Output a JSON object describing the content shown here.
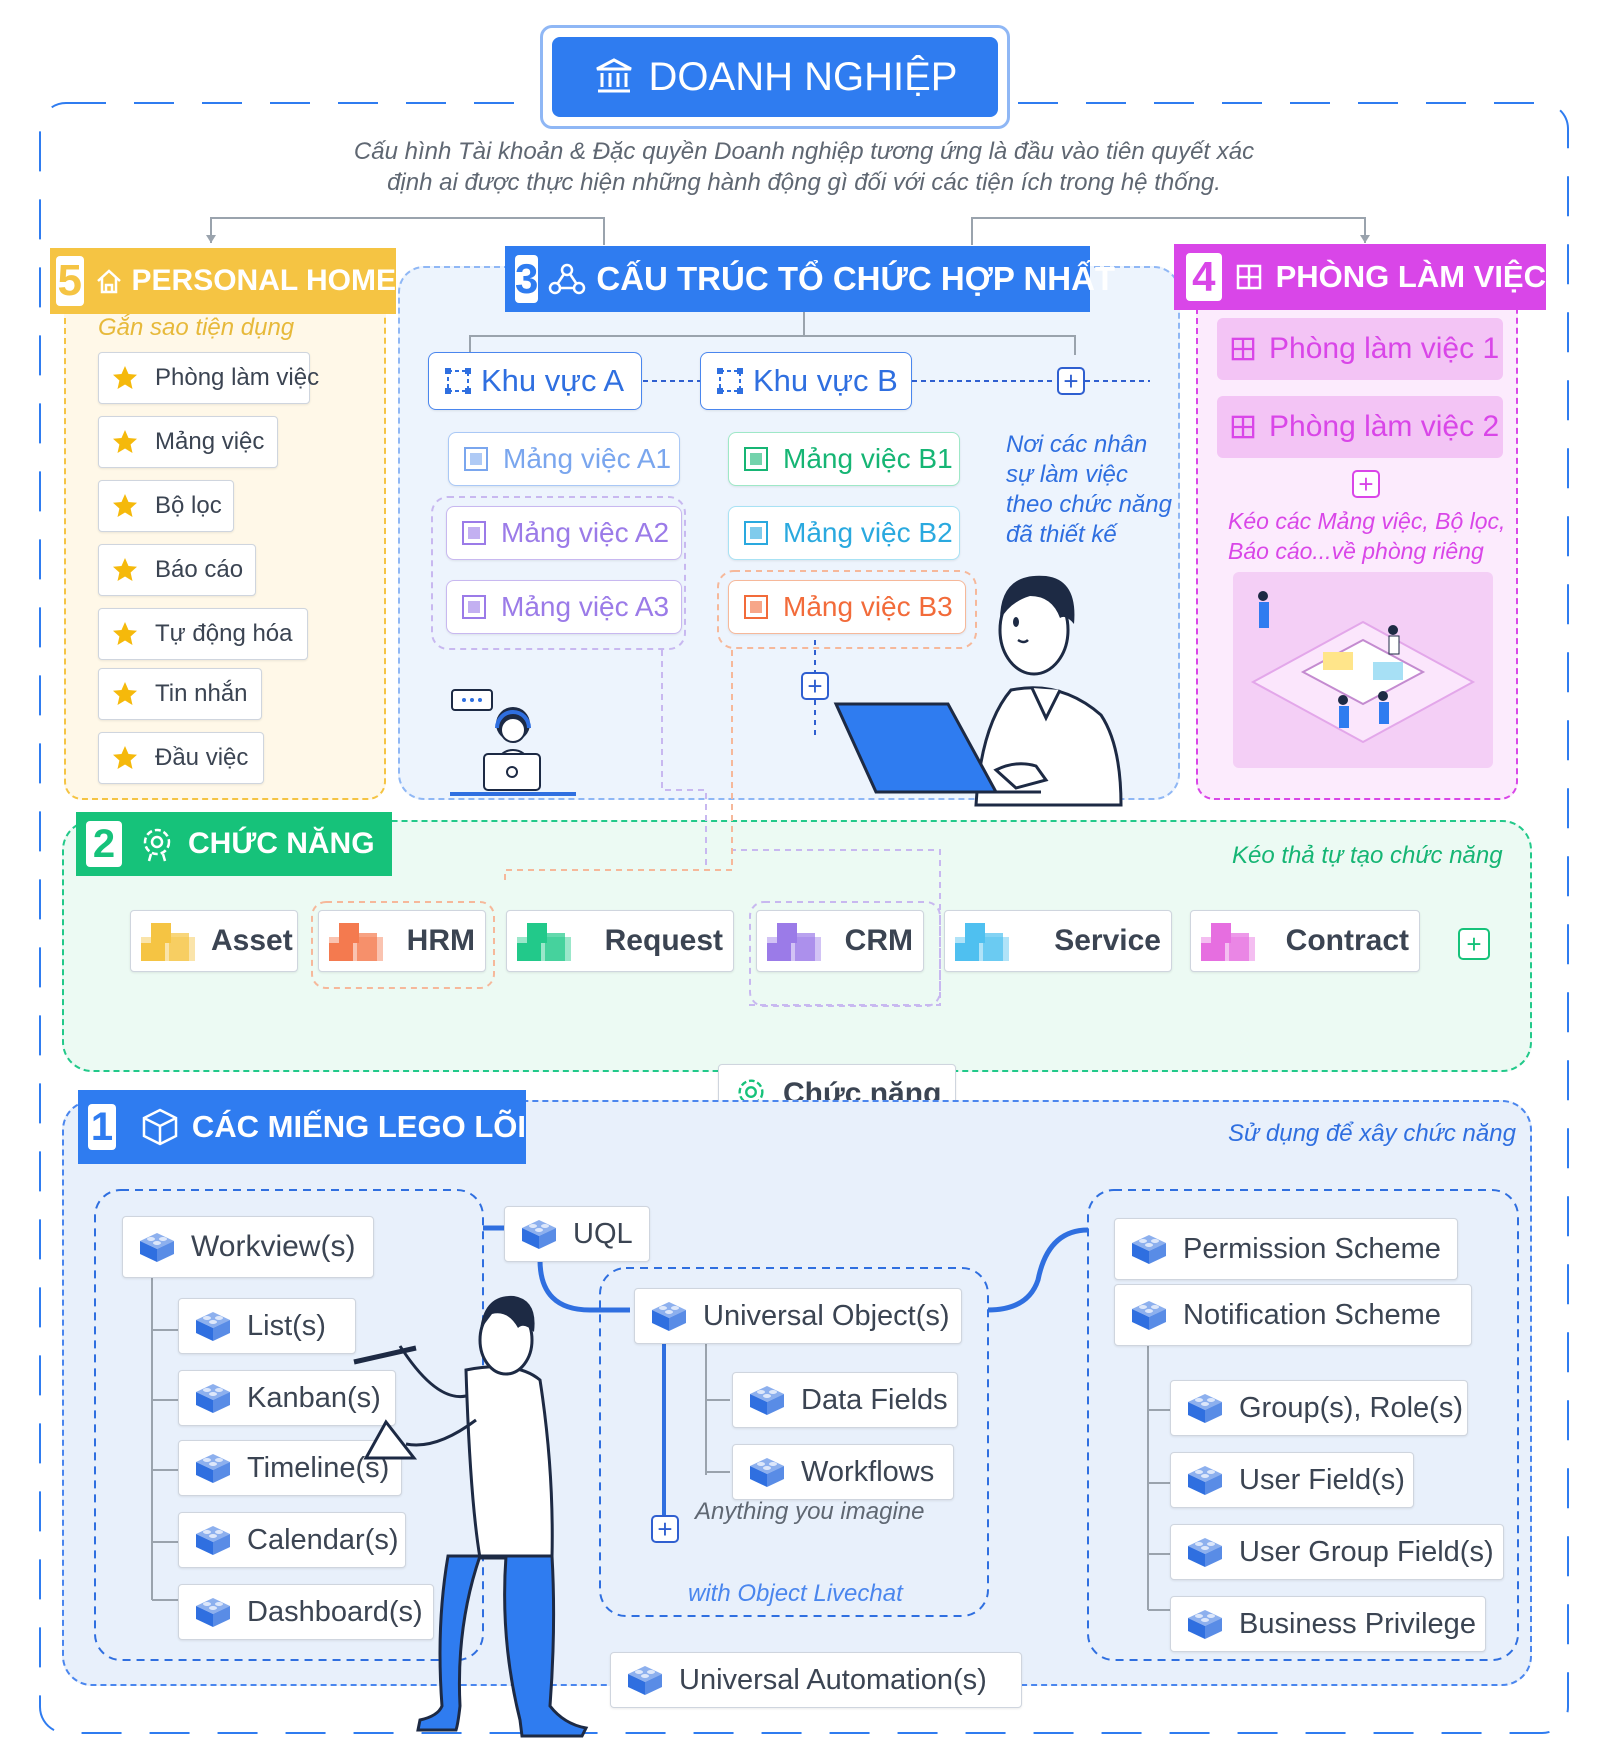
{
  "title": "DOANH NGHIỆP",
  "subtitle_line1": "Cấu hình Tài khoản & Đặc quyền Doanh nghiệp tương ứng là đầu vào tiên quyết xác",
  "subtitle_line2": "định ai được thực hiện những hành động gì đối với các tiện ích trong hệ thống.",
  "colors": {
    "blue": "#2f7cf0",
    "orange": "#f5c443",
    "magenta": "#d946e8",
    "green": "#16c27a",
    "lego_blue": "#2f6fe0"
  },
  "personal_home": {
    "number": "5",
    "title": "PERSONAL HOME",
    "caption": "Gắn sao tiện dụng",
    "items": [
      "Phòng làm việc",
      "Mảng việc",
      "Bộ lọc",
      "Báo cáo",
      "Tự động hóa",
      "Tin nhắn",
      "Đầu việc"
    ]
  },
  "org": {
    "number": "3",
    "title": "CẤU TRÚC TỔ CHỨC HỢP NHẤT",
    "area_a": "Khu vực A",
    "area_b": "Khu vực B",
    "a1": "Mảng việc A1",
    "a2": "Mảng việc A2",
    "a3": "Mảng việc A3",
    "b1": "Mảng việc B1",
    "b2": "Mảng việc B2",
    "b3": "Mảng việc B3",
    "note_line1": "Nơi các nhân",
    "note_line2": "sự làm việc",
    "note_line3": "theo chức năng",
    "note_line4": "đã thiết kế"
  },
  "workroom": {
    "number": "4",
    "title": "PHÒNG LÀM VIỆC",
    "room1": "Phòng làm việc 1",
    "room2": "Phòng làm việc 2",
    "note_line1": "Kéo các Mảng việc, Bộ lọc,",
    "note_line2": "Báo cáo...về phòng riêng"
  },
  "functions": {
    "number": "2",
    "title": "CHỨC NĂNG",
    "caption": "Kéo thả tự tạo chức năng",
    "items": [
      {
        "label": "Asset",
        "color": "#f5c443"
      },
      {
        "label": "HRM",
        "color": "#f47a4f"
      },
      {
        "label": "Request",
        "color": "#22c98a"
      },
      {
        "label": "CRM",
        "color": "#9b7be8"
      },
      {
        "label": "Service",
        "color": "#4fc0f0"
      },
      {
        "label": "Contract",
        "color": "#e66ee0"
      }
    ],
    "connector_label": "Chức năng"
  },
  "lego": {
    "number": "1",
    "title": "CÁC MIẾNG LEGO LÕI",
    "caption": "Sử dụng để xây chức năng",
    "workview": "Workview(s)",
    "views": [
      "List(s)",
      "Kanban(s)",
      "Timeline(s)",
      "Calendar(s)",
      "Dashboard(s)"
    ],
    "uql": "UQL",
    "universal_object": "Universal Object(s)",
    "object_children": [
      "Data Fields",
      "Workflows"
    ],
    "imagine": "Anything you imagine",
    "livechat": "with Object Livechat",
    "permission": "Permission Scheme",
    "notification": "Notification Scheme",
    "scheme_children": [
      "Group(s), Role(s)",
      "User Field(s)",
      "User Group Field(s)",
      "Business Privilege"
    ],
    "automation": "Universal Automation(s)"
  }
}
